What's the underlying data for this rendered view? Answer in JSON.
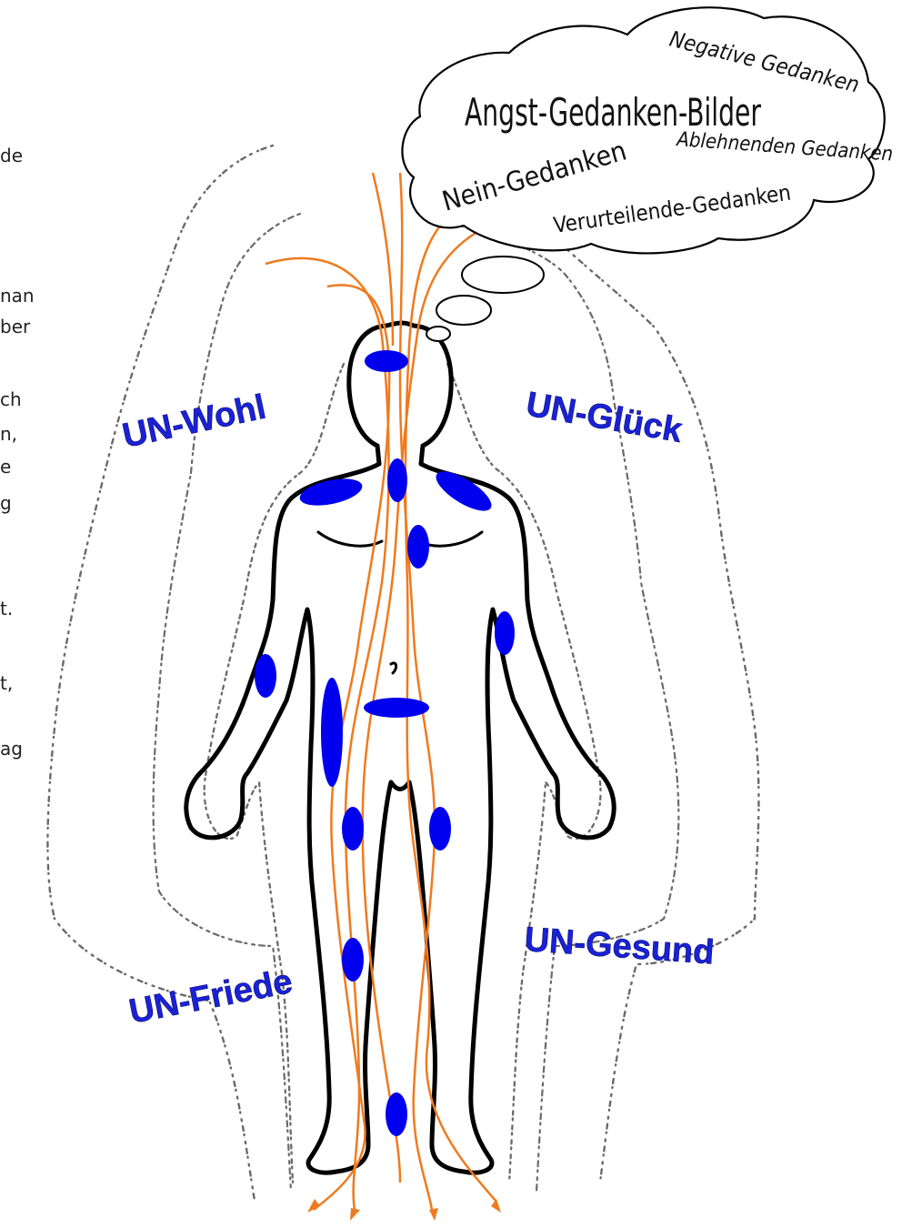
{
  "colors": {
    "energy_block": "#0000ee",
    "energy_lines": "#ef7a1e",
    "un_labels": "#1a22d6",
    "outline": "#000000",
    "aura": "#6a6a6a"
  },
  "thought_cloud": {
    "title": "Angst-Gedanken-Bilder",
    "items": [
      "Negative Gedanken",
      "Nein-Gedanken",
      "Ablehnenden Gedanken",
      "Verurteilende-Gedanken"
    ]
  },
  "labels": {
    "wohl": "UN-Wohl",
    "glueck": "UN-Glück",
    "gesund": "UN-Gesund",
    "friede": "UN-Friede"
  },
  "cropped_text_fragments": [
    "de",
    "nan",
    "ber",
    "ch",
    "n,",
    "e",
    "g",
    "t.",
    "t,",
    "ag"
  ]
}
